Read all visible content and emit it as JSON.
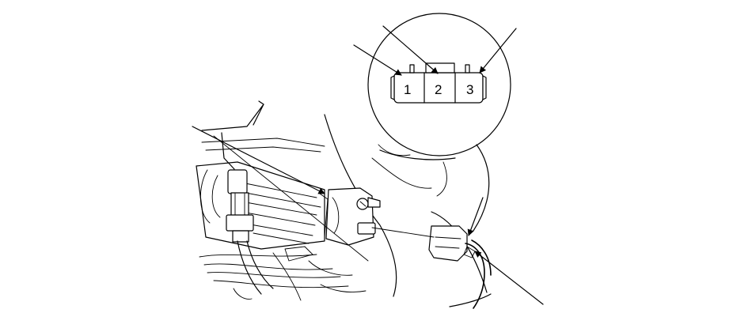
{
  "diagram": {
    "connector_pins": [
      {
        "id": "1",
        "label": "1"
      },
      {
        "id": "2",
        "label": "2"
      },
      {
        "id": "3",
        "label": "3"
      }
    ]
  }
}
